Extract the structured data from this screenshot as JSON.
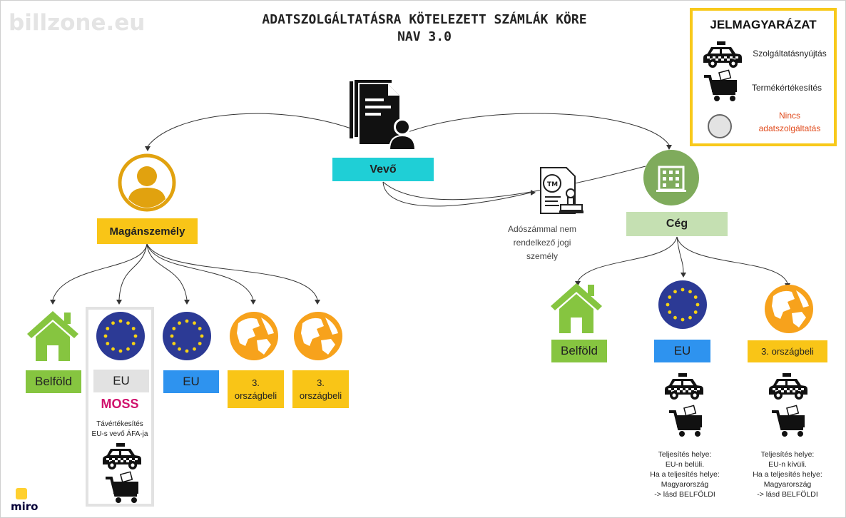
{
  "branding": {
    "logo_text": "billzone.eu",
    "miro_text": "miro"
  },
  "title": {
    "line1": "ADATSZOLGÁLTATÁSRA KÖTELEZETT SZÁMLÁK KÖRE",
    "line2": "NAV 3.0"
  },
  "legend": {
    "title": "JELMAGYARÁZAT",
    "service": "Szolgáltatásnyújtás",
    "product": "Termékértékesítés",
    "none_line1": "Nincs",
    "none_line2": "adatszolgáltatás"
  },
  "colors": {
    "teal": "#1fcfd6",
    "yellow": "#f9c517",
    "green": "#86c540",
    "lightgreen": "#c5e0b2",
    "blue": "#2e93ef",
    "grey": "#e2e2e2",
    "red": "#e14b1d",
    "magenta": "#d0126d",
    "orange": "#f7a21c",
    "euBlue": "#2c3a95"
  },
  "nodes": {
    "vevo": "Vevő",
    "maganszemely": "Magánszemély",
    "ceg": "Cég",
    "adoszam_line1": "Adószámmal nem",
    "adoszam_line2": "rendelkező jogi",
    "adoszam_line3": "személy"
  },
  "private": {
    "belfold": "Belföld",
    "eu_moss": "EU",
    "moss": "MOSS",
    "moss_desc1": "Távértékesítés",
    "moss_desc2": "EU-s vevő ÁFA-ja",
    "eu": "EU",
    "third1_l1": "3.",
    "third1_l2": "országbeli",
    "third2_l1": "3.",
    "third2_l2": "országbeli"
  },
  "company": {
    "belfold": "Belföld",
    "eu": "EU",
    "third": "3. országbeli",
    "eu_note": [
      "Teljesítés helye:",
      "EU-n belüli.",
      "Ha a teljesítés helye:",
      "Magyarország",
      "-> lásd BELFÖLDI"
    ],
    "third_note": [
      "Teljesítés helye:",
      "EU-n kívüli.",
      "Ha a teljesítés helye:",
      "Magyarország",
      "-> lásd BELFÖLDI"
    ]
  }
}
